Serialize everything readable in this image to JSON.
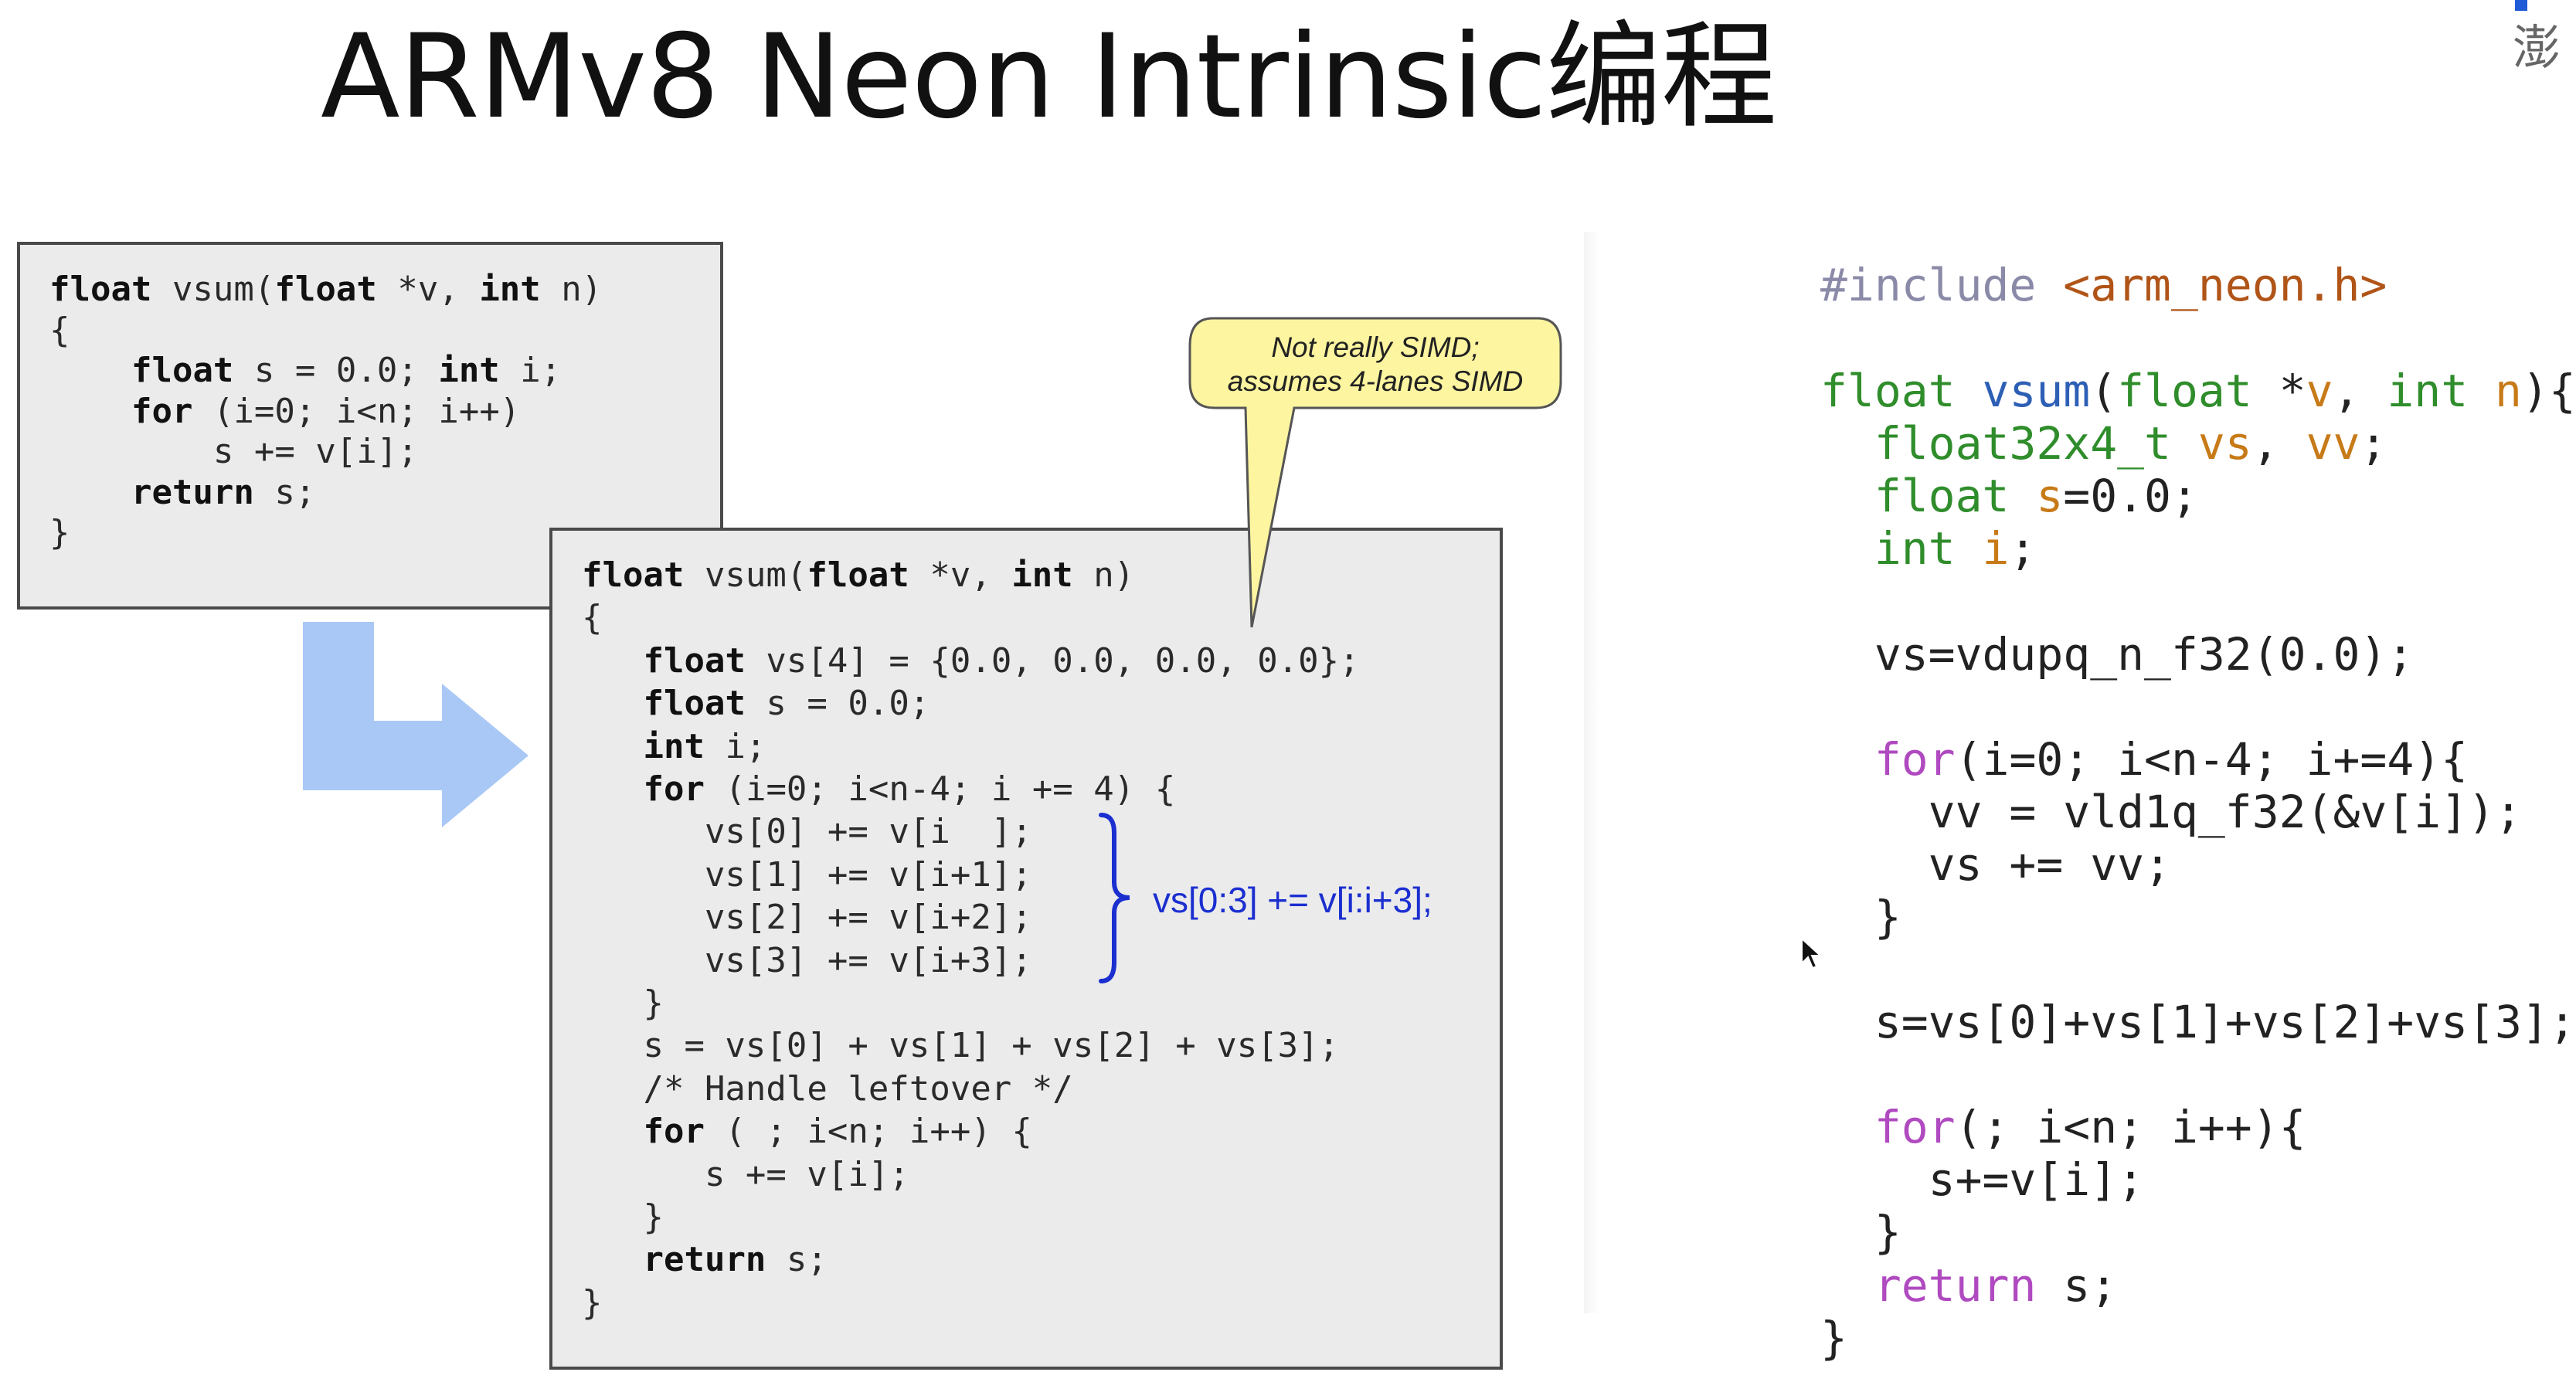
{
  "slide": {
    "title": "ARMv8 Neon Intrinsic编程",
    "corner_text": "澎"
  },
  "callout": {
    "line1": "Not really SIMD;",
    "line2": "assumes 4-lanes SIMD"
  },
  "annotation": {
    "brace_label": "vs[0:3] += v[i:i+3];"
  },
  "box1": {
    "lines": [
      "float vsum(float *v, int n)",
      "{",
      "    float s = 0.0; int i;",
      "    for (i=0; i<n; i++)",
      "        s += v[i];",
      "    return s;",
      "}"
    ]
  },
  "box2": {
    "lines": [
      "float vsum(float *v, int n)",
      "{",
      "   float vs[4] = {0.0, 0.0, 0.0, 0.0};",
      "   float s = 0.0;",
      "   int i;",
      "   for (i=0; i<n-4; i += 4) {",
      "      vs[0] += v[i  ];",
      "      vs[1] += v[i+1];",
      "      vs[2] += v[i+2];",
      "      vs[3] += v[i+3];",
      "   }",
      "   s = vs[0] + vs[1] + vs[2] + vs[3];",
      "   /* Handle leftover */",
      "   for ( ; i<n; i++) {",
      "      s += v[i];",
      "   }",
      "   return s;",
      "}"
    ]
  },
  "neon_code": {
    "lines": [
      "#include <arm_neon.h>",
      "float vsum(float *v, int n){",
      "  float32x4_t vs, vv;",
      "  float s=0.0;",
      "  int i;",
      "  vs=vdupq_n_f32(0.0);",
      "  for(i=0; i<n-4; i+=4){",
      "    vv = vld1q_f32(&v[i]);",
      "    vs += vv;",
      "  }",
      "  s=vs[0]+vs[1]+vs[2]+vs[3];",
      "  for(; i<n; i++){",
      "    s+=v[i];",
      "  }",
      "  return s;",
      "}"
    ]
  },
  "colors": {
    "keyword_purple": "#b04ac0",
    "type_green": "#2f8d2b",
    "function_blue": "#2d5fb5",
    "param_orange": "#c77a17",
    "header_brown": "#b05418",
    "brace_blue": "#1b2fd0",
    "arrow_blue": "#a9c8f6",
    "callout_yellow": "#fdf5a0"
  }
}
